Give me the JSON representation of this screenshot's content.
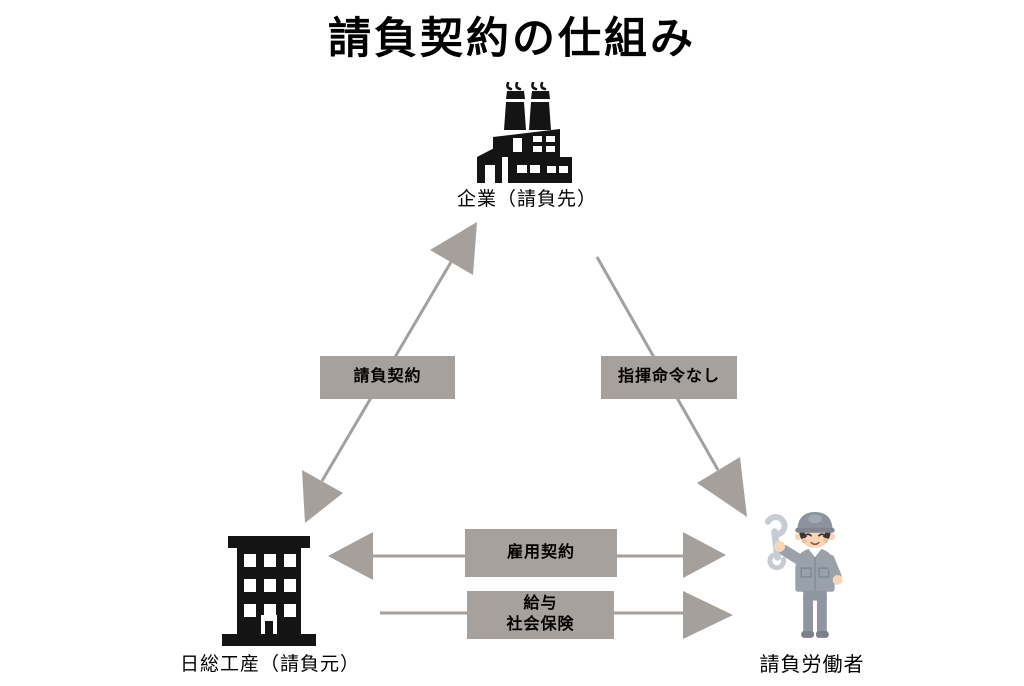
{
  "title": "請負契約の仕組み",
  "nodes": {
    "company": {
      "label": "企業（請負先）",
      "icon": "factory-icon"
    },
    "contractor": {
      "label": "日総工産（請負元）",
      "icon": "office-building-icon"
    },
    "worker": {
      "label": "請負労働者",
      "icon": "worker-illustration"
    }
  },
  "edges": {
    "ukeoi": {
      "label": "請負契約",
      "from": "日総工産（請負元）",
      "to": "企業（請負先）",
      "direction": "both"
    },
    "shiki": {
      "label": "指揮命令なし",
      "from": "企業（請負先）",
      "to": "請負労働者",
      "direction": "one-way"
    },
    "koyo": {
      "label": "雇用契約",
      "from": "日総工産（請負元）",
      "to": "請負労働者",
      "direction": "both"
    },
    "kyuyo": {
      "line1": "給与",
      "line2": "社会保険",
      "from": "日総工産（請負元）",
      "to": "請負労働者",
      "direction": "one-way"
    }
  },
  "colors": {
    "arrow_color": "#a5a09c",
    "label_box_bg": "#a6a19d",
    "icon_color": "#141414",
    "text_color": "#000000",
    "background": "#ffffff"
  }
}
